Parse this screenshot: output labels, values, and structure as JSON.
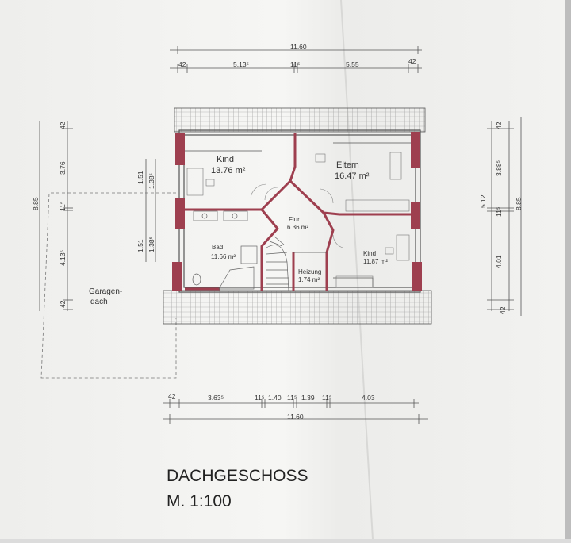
{
  "dimensions": {
    "top_total": "11.60",
    "top_segments": [
      "42",
      "5.13⁵",
      "11⁵",
      "5.55",
      "42"
    ],
    "bottom_total": "11.60",
    "bottom_segments": [
      "42",
      "3.63⁵",
      "11⁵",
      "1.40",
      "11⁵",
      "1.39",
      "11⁵",
      "4.03"
    ],
    "left_outer": [
      "8.85",
      "42",
      "3.76",
      "11⁵",
      "4.13⁵",
      "42"
    ],
    "left_inner": [
      "1.51",
      "1.38⁵",
      "1.51",
      "1.38⁵"
    ],
    "right_outer": [
      "42",
      "3.88⁵",
      "5.12",
      "11⁵",
      "8.85",
      "4.01",
      "42"
    ]
  },
  "rooms": [
    {
      "name": "Kind",
      "area": "13.76 m²"
    },
    {
      "name": "Eltern",
      "area": "16.47 m²"
    },
    {
      "name": "Flur",
      "area": "6.36 m²"
    },
    {
      "name": "Bad",
      "area": "11.66 m²"
    },
    {
      "name": "Kind",
      "area": "11.87 m²"
    },
    {
      "name": "Heizung",
      "area": "1.74 m²"
    }
  ],
  "garage_label": "Garagen-\ndach",
  "title": "DACHGESCHOSS",
  "scale": "M. 1:100",
  "colors": {
    "paper": "#f4f4f2",
    "wall": "#9e3f4f",
    "line": "#555555"
  }
}
